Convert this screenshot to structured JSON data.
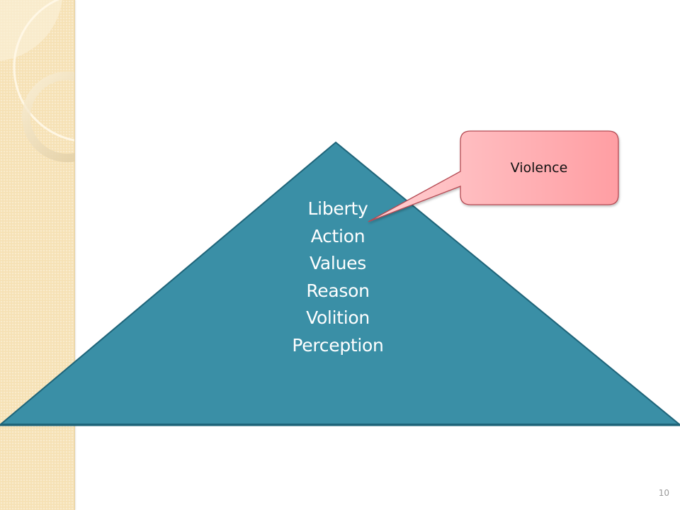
{
  "slide": {
    "page_number": "10",
    "background_color": "#ffffff",
    "sidebar_color": "#f6e1b4"
  },
  "pyramid": {
    "fill_color": "#3a8fa6",
    "stroke_color": "#1e6479",
    "levels": [
      "Liberty",
      "Action",
      "Values",
      "Reason",
      "Volition",
      "Perception"
    ]
  },
  "callout": {
    "label": "Violence",
    "fill_color": "#ffb3b6",
    "stroke_color": "#b54a52",
    "points_to": "Liberty"
  }
}
